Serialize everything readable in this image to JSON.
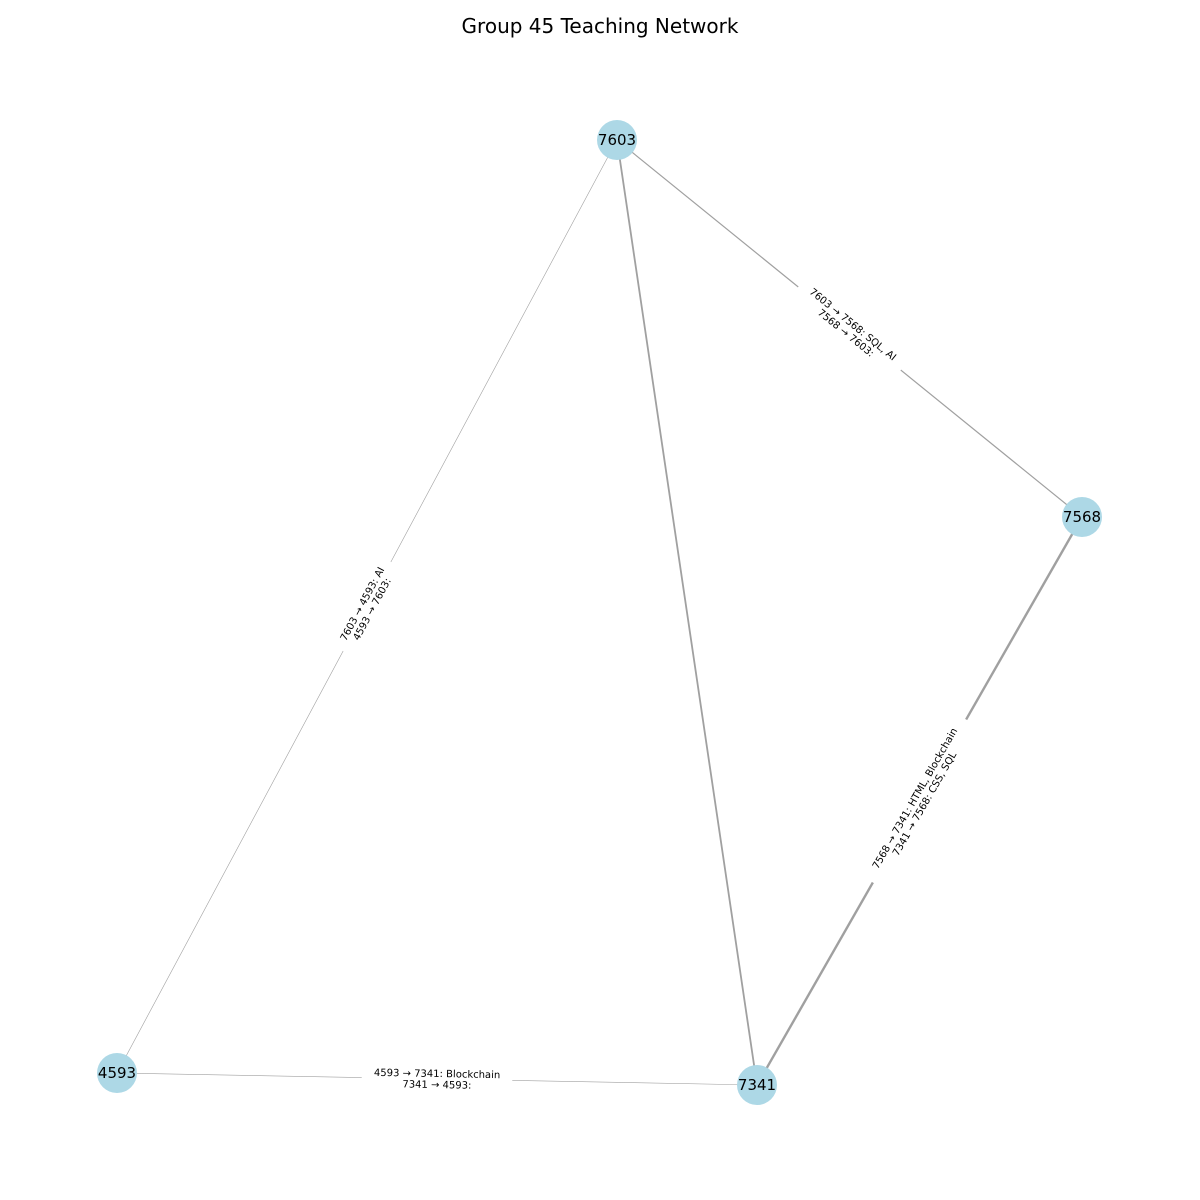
{
  "title": "Group 45 Teaching Network",
  "colors": {
    "node_fill": "#add8e6",
    "edge_stroke": "#a0a0a0",
    "label_bg": "#ffffff",
    "text": "#000000"
  },
  "nodes": [
    {
      "id": "7603",
      "label": "7603"
    },
    {
      "id": "7568",
      "label": "7568"
    },
    {
      "id": "4593",
      "label": "4593"
    },
    {
      "id": "7341",
      "label": "7341"
    }
  ],
  "edges": [
    {
      "id": "e-7603-7568",
      "source": "7603",
      "target": "7568",
      "weight": 2,
      "lines": [
        "7603 → 7568: SQL, AI",
        "7568 → 7603: "
      ]
    },
    {
      "id": "e-7603-4593",
      "source": "7603",
      "target": "4593",
      "weight": 1,
      "lines": [
        "7603 → 4593: AI",
        "4593 → 7603: "
      ]
    },
    {
      "id": "e-7603-7341",
      "source": "7603",
      "target": "7341",
      "weight": 3,
      "lines": []
    },
    {
      "id": "e-7568-7341",
      "source": "7568",
      "target": "7341",
      "weight": 4,
      "lines": [
        "7568 → 7341: HTML, Blockchain",
        "7341 → 7568: CSS, SQL"
      ]
    },
    {
      "id": "e-4593-7341",
      "source": "4593",
      "target": "7341",
      "weight": 1,
      "lines": [
        "4593 → 7341: Blockchain",
        "7341 → 4593: "
      ]
    }
  ]
}
